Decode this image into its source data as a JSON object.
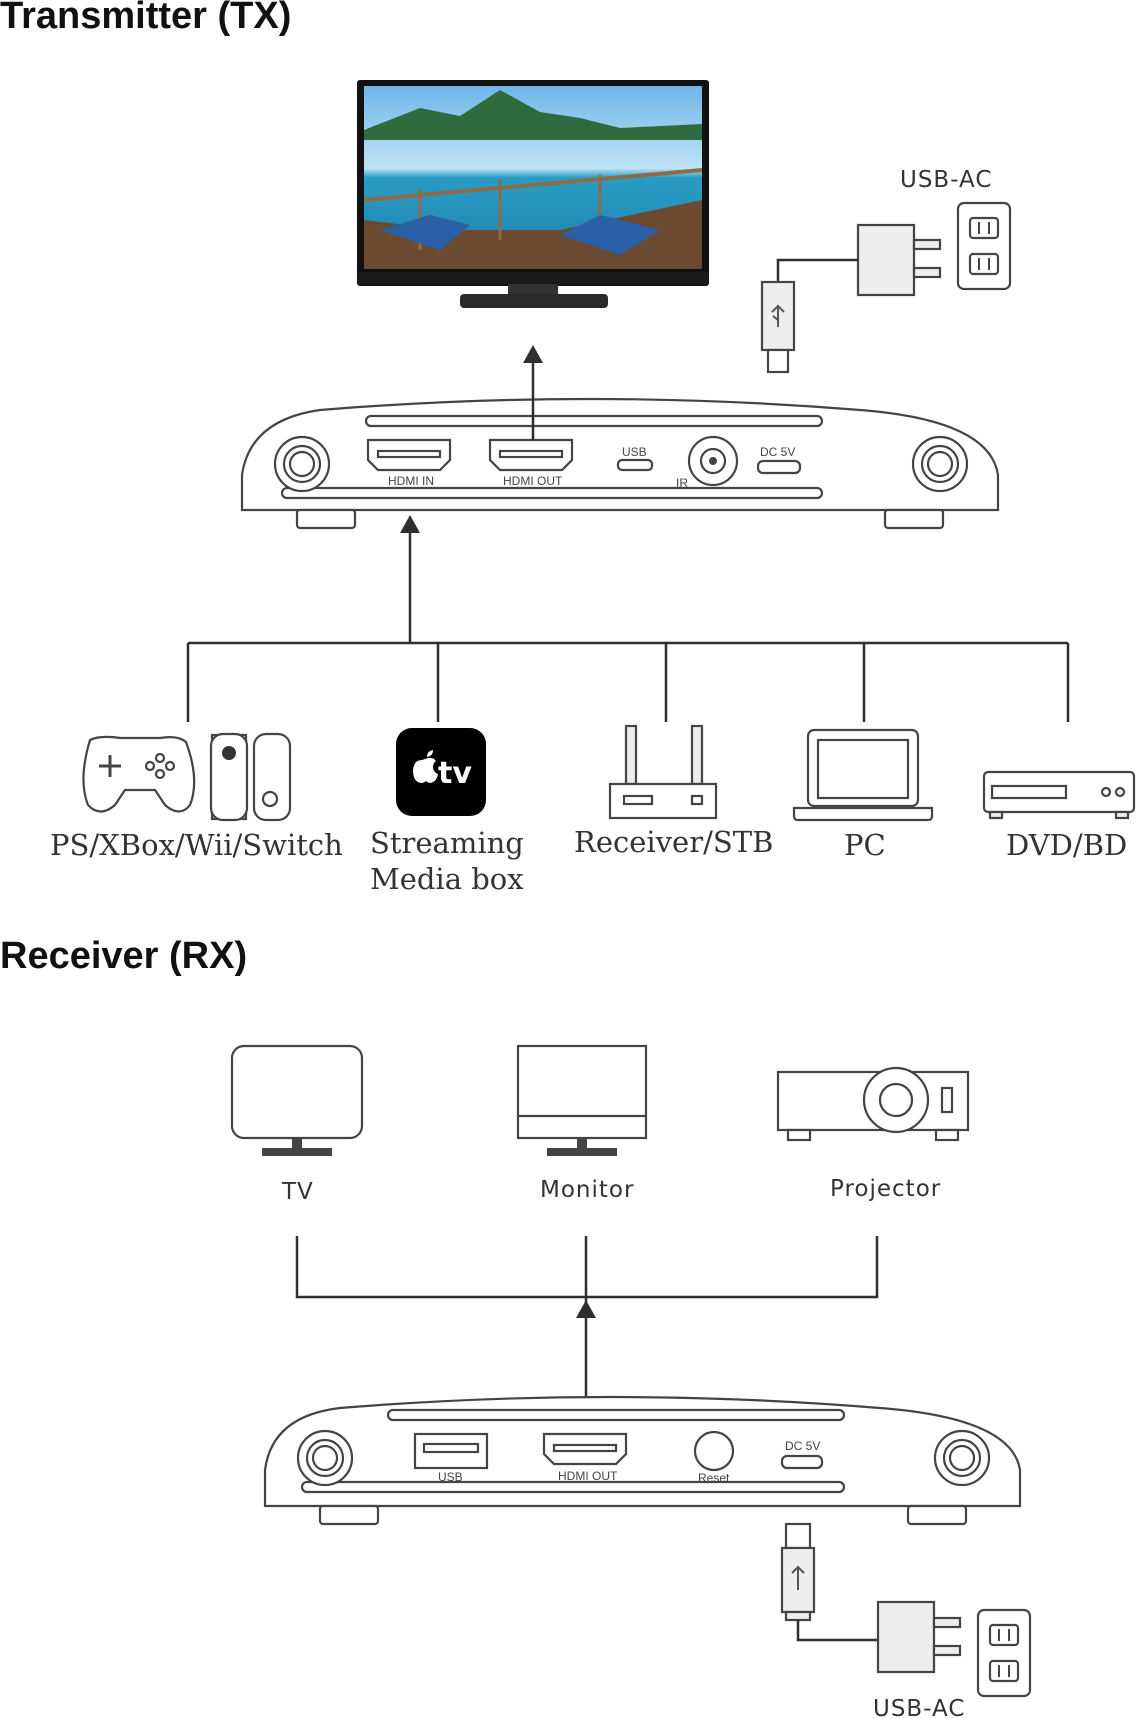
{
  "tx": {
    "title": "Transmitter (TX)",
    "power_label": "USB-AC",
    "ports": {
      "hdmi_in": "HDMI IN",
      "hdmi_out": "HDMI OUT",
      "usb": "USB",
      "ir": "IR",
      "dc": "DC 5V"
    },
    "sources": {
      "console": "PS/XBox/Wii/Switch",
      "streaming_line1": "Streaming",
      "streaming_line2": "Media box",
      "receiver": "Receiver/STB",
      "pc": "PC",
      "dvd": "DVD/BD"
    },
    "apple_tv_text": "tv"
  },
  "rx": {
    "title": "Receiver (RX)",
    "power_label": "USB-AC",
    "ports": {
      "usb": "USB",
      "hdmi_out": "HDMI OUT",
      "reset": "Reset",
      "dc": "DC 5V"
    },
    "displays": {
      "tv": "TV",
      "monitor": "Monitor",
      "projector": "Projector"
    }
  }
}
